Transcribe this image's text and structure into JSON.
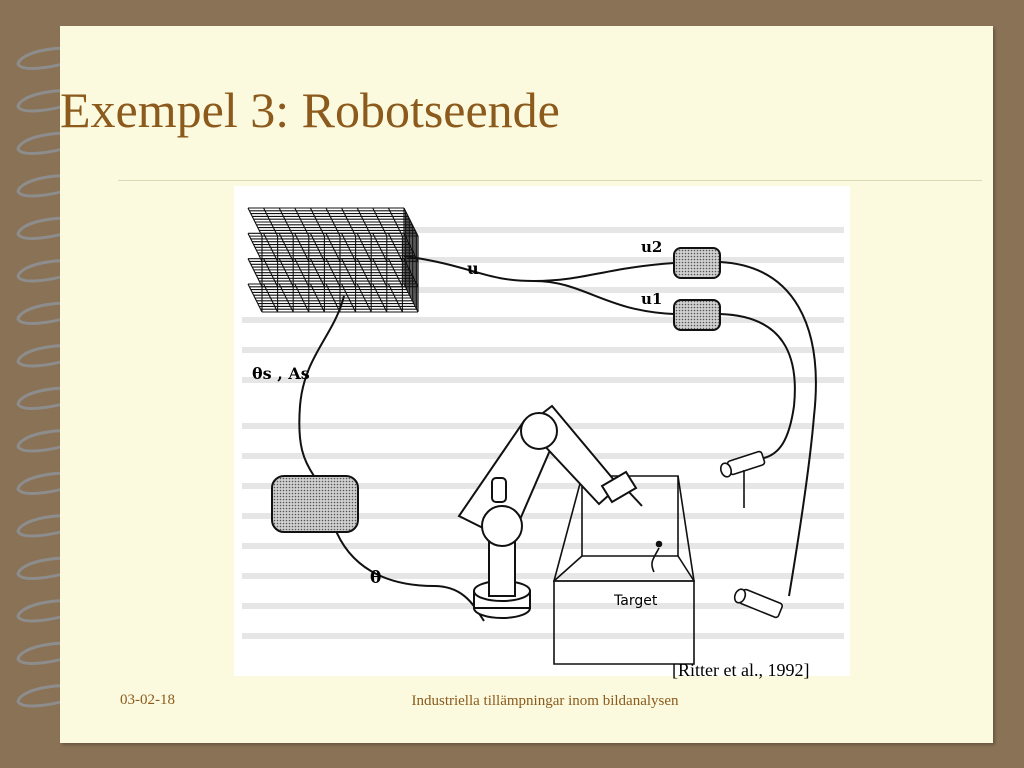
{
  "slide": {
    "title": "Exempel 3: Robotseende",
    "citation": "[Ritter et al., 1992]",
    "footer_date": "03-02-18",
    "footer_center": "Industriella tillämpningar inom bildanalysen"
  },
  "figure": {
    "label_u": "u",
    "label_u2": "u2",
    "label_u1": "u1",
    "label_theta_s_A_s": "θs , As",
    "label_theta": "θ",
    "label_target": "Target"
  },
  "colors": {
    "background": "#8a7256",
    "page": "#fbfadf",
    "title": "#8b5a1c"
  }
}
